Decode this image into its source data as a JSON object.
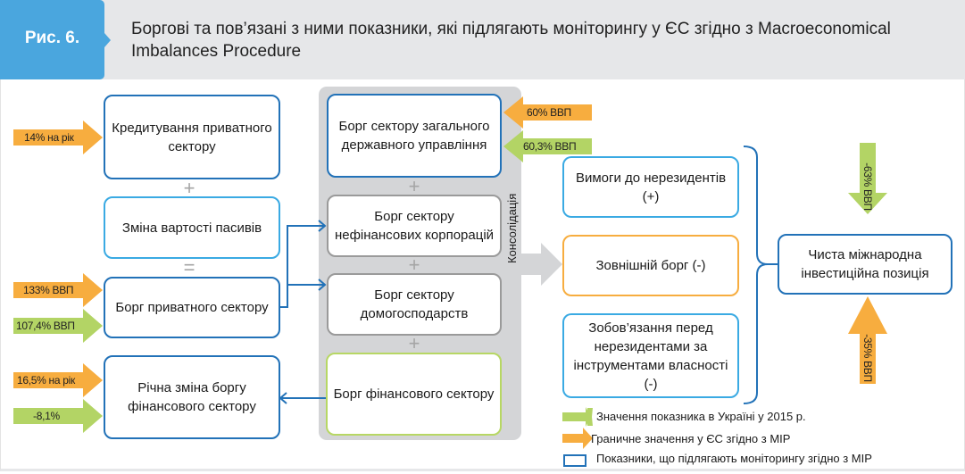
{
  "header": {
    "figure_label": "Рис. 6.",
    "title": "Боргові та пов’язані з ними показники, які підлягають моніторингу у ЄС згідно з Macroeconomical Imbalances Procedure"
  },
  "colors": {
    "accent_blue": "#4aa6de",
    "box_dark_blue": "#2272b8",
    "box_light_blue": "#3aaae3",
    "eu_threshold_orange": "#f7ad3f",
    "ukraine_value_green": "#b3d465",
    "consolidation_gray": "#d4d5d7"
  },
  "left_column": {
    "private_credit": {
      "label": "Кредитування приватного сектору",
      "eu_threshold": "14% на рік"
    },
    "op_plus": "+",
    "liabilities_change": {
      "label": "Зміна вартості пасивів"
    },
    "op_equals": "=",
    "private_debt": {
      "label": "Борг приватного сектору",
      "eu_threshold": "133% ВВП",
      "ukraine_value": "107,4% ВВП"
    },
    "financial_debt_change": {
      "label": "Річна зміна боргу фінансового сектору",
      "eu_threshold": "16,5% на рік",
      "ukraine_value": "-8,1%"
    }
  },
  "consolidation": {
    "label": "Консолідація",
    "operator": "+",
    "boxes": [
      {
        "label": "Борг сектору загального державного управління",
        "eu_threshold": "60% ВВП",
        "ukraine_value": "60,3% ВВП"
      },
      {
        "label": "Борг сектору нефінансових корпорацій"
      },
      {
        "label": "Борг сектору домогосподарств"
      },
      {
        "label": "Борг фінансового сектору"
      }
    ]
  },
  "external": {
    "boxes": [
      {
        "label": "Вимоги до нерезидентів (+)"
      },
      {
        "label": "Зовнішній борг (-)"
      },
      {
        "label": "Зобов’язання перед нерезидентами за інструментами власності (-)"
      }
    ]
  },
  "niip": {
    "label": "Чиста міжнародна інвестиційна позиція",
    "ukraine_value": "-63% ВВП",
    "eu_threshold": "-35% ВВП"
  },
  "legend": {
    "items": [
      {
        "label": "Значення показника в Україні у 2015 р.",
        "symbol": "green-arrow"
      },
      {
        "label": "Граничне значення у ЄС згідно з MIP",
        "symbol": "orange-arrow"
      },
      {
        "label": "Показники, що підлягають моніторингу згідно з MIP",
        "symbol": "blue-box"
      }
    ]
  }
}
